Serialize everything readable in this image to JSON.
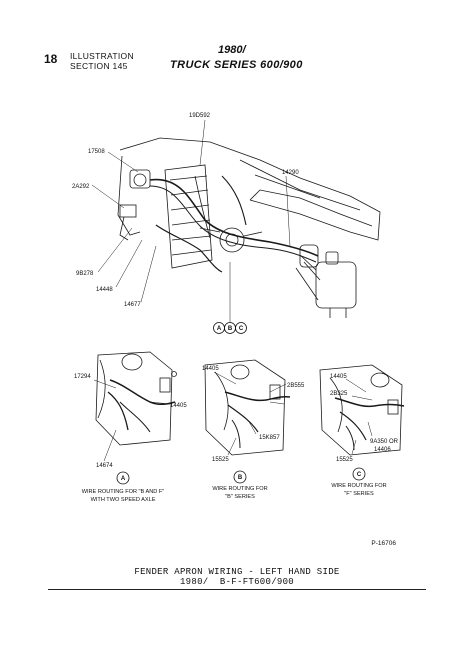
{
  "header": {
    "page_number": "18",
    "illustration_line1": "ILLUSTRATION",
    "illustration_line2": "SECTION 145",
    "year": "1980/",
    "series": "TRUCK SERIES 600/900"
  },
  "main_view": {
    "part_labels": [
      "19D592",
      "17508",
      "2A292",
      "14290",
      "9B278",
      "14448",
      "14677"
    ],
    "circled": [
      "A",
      "B",
      "C"
    ]
  },
  "detail_a": {
    "part_labels": [
      "17294",
      "14405",
      "14674"
    ],
    "circle": "A",
    "caption_line1": "WIRE ROUTING FOR \"B AND F\"",
    "caption_line2": "WITH TWO SPEED AXLE"
  },
  "detail_b": {
    "part_labels": [
      "14405",
      "2B555",
      "15K857",
      "15525"
    ],
    "circle": "B",
    "caption_line1": "WIRE ROUTING FOR",
    "caption_line2": "\"B\" SERIES"
  },
  "detail_c": {
    "part_labels": [
      "14405",
      "2B325",
      "9A350 OR",
      "14406",
      "15525"
    ],
    "circle": "C",
    "caption_line1": "WIRE ROUTING FOR",
    "caption_line2": "\"F\" SERIES"
  },
  "figure_number": "P-16706",
  "footer": {
    "line1": "FENDER APRON WIRING - LEFT HAND SIDE",
    "line2": "1980/  B-F-FT600/900"
  }
}
